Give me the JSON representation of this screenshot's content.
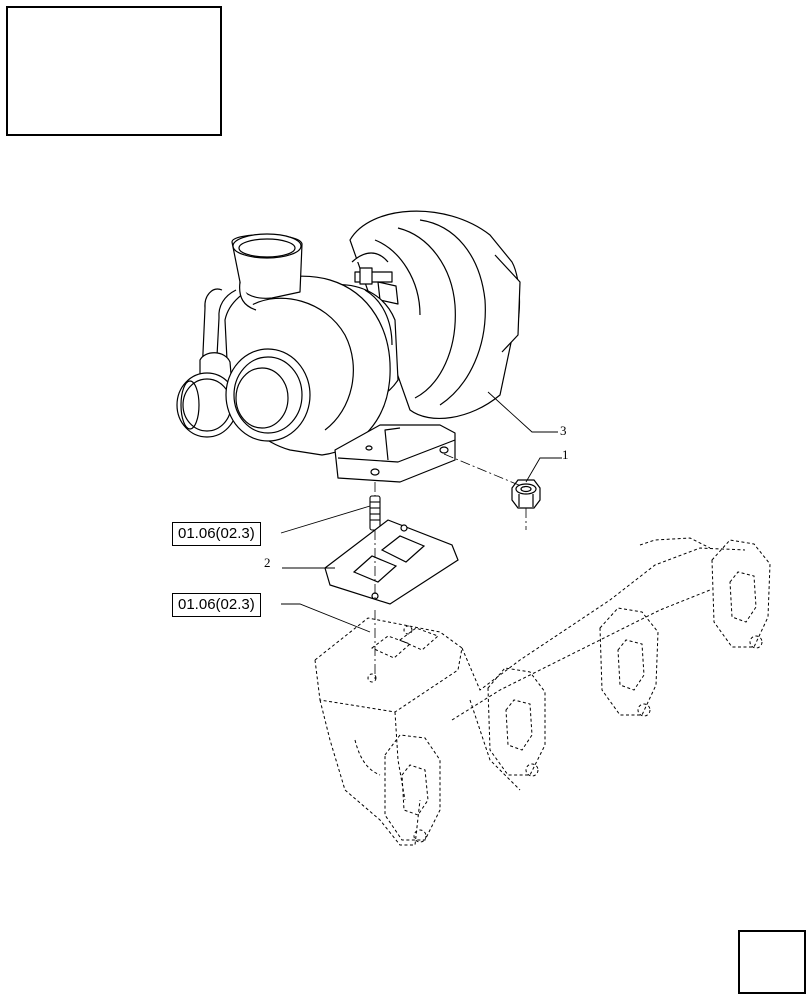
{
  "thumbnail": {
    "icon": "engine-thumbnail-icon"
  },
  "references": [
    {
      "label": "01.06(02.3)"
    },
    {
      "label": "01.06(02.3)"
    }
  ],
  "callouts": [
    {
      "number": "1"
    },
    {
      "number": "2"
    },
    {
      "number": "3"
    }
  ],
  "navigation": {
    "icon": "next-page-arrow-icon"
  }
}
